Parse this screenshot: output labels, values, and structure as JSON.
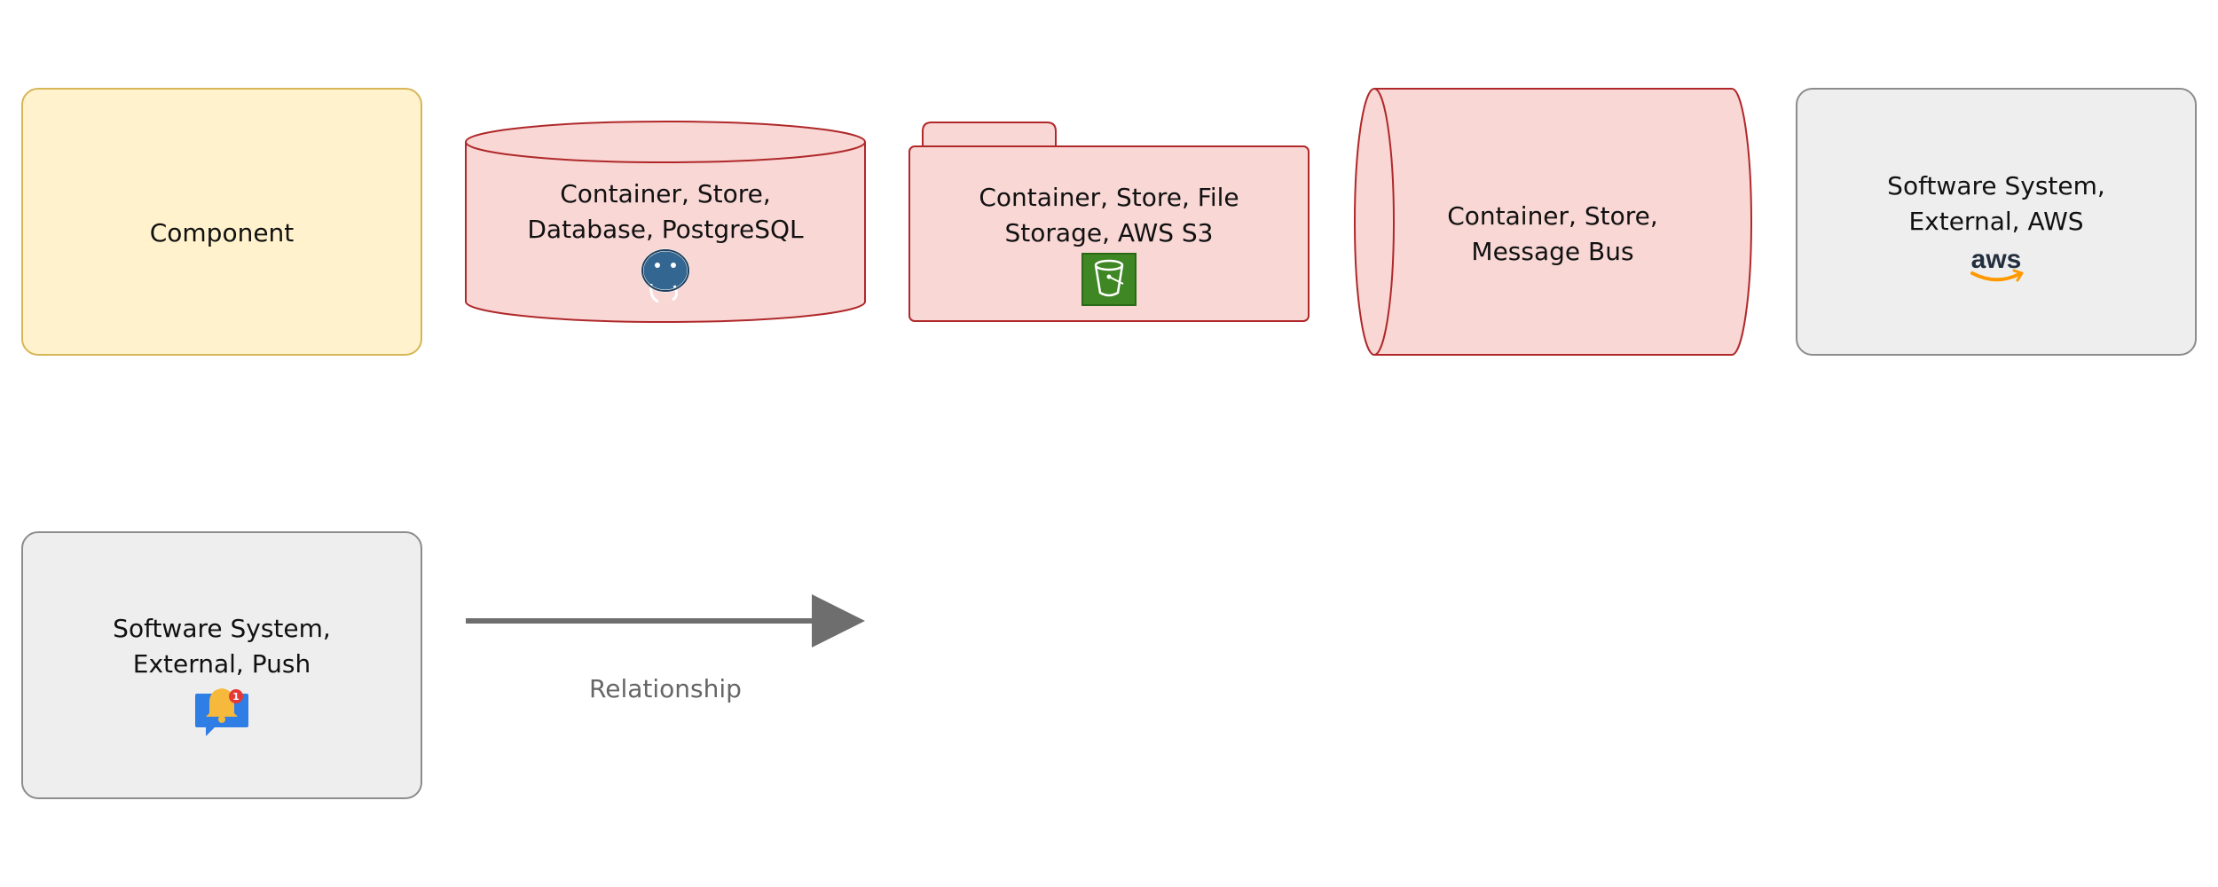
{
  "diagram": {
    "component": {
      "line1": "Component"
    },
    "database": {
      "line1": "Container, Store,",
      "line2": "Database, PostgreSQL",
      "icon": "postgresql-icon"
    },
    "file_storage": {
      "line1": "Container, Store, File",
      "line2": "Storage, AWS S3",
      "icon": "aws-s3-bucket-icon"
    },
    "message_bus": {
      "line1": "Container, Store,",
      "line2": "Message Bus"
    },
    "external_aws": {
      "line1": "Software System,",
      "line2": "External, AWS",
      "icon": "aws-logo-icon",
      "logo_text": "aws"
    },
    "external_push": {
      "line1": "Software System,",
      "line2": "External, Push",
      "icon": "push-notification-icon",
      "badge": "1"
    },
    "relationship": {
      "label": "Relationship"
    }
  },
  "colors": {
    "component_fill": "#fff2cc",
    "component_stroke": "#d6b656",
    "store_fill": "#f8d7d5",
    "store_stroke": "#b0282a",
    "external_fill": "#eeeeee",
    "external_stroke": "#8c8c8c",
    "arrow": "#6e6e6e"
  }
}
